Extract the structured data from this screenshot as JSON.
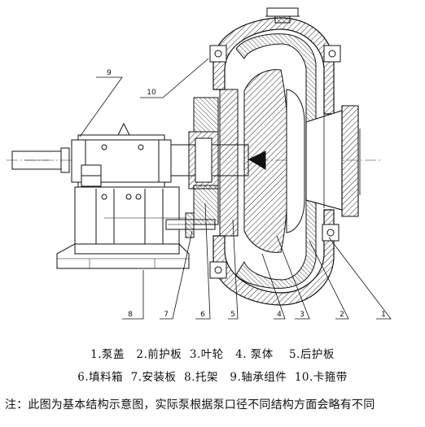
{
  "callouts": {
    "c1": "1",
    "c2": "2",
    "c3": "3",
    "c4": "4",
    "c5": "5",
    "c6": "6",
    "c7": "7",
    "c8": "8",
    "c9": "9",
    "c10": "10"
  },
  "legend": {
    "row1": "1.泵盖   2.前护板  3.叶轮   4. 泵体    5.后护板",
    "row2": "6.填料箱  7.安装板  8.托架   9.轴承组件  10.卡箍带"
  },
  "note": "注：此图为基本结构示意图，实际泵根据泵口径不同结构方面会略有不同"
}
